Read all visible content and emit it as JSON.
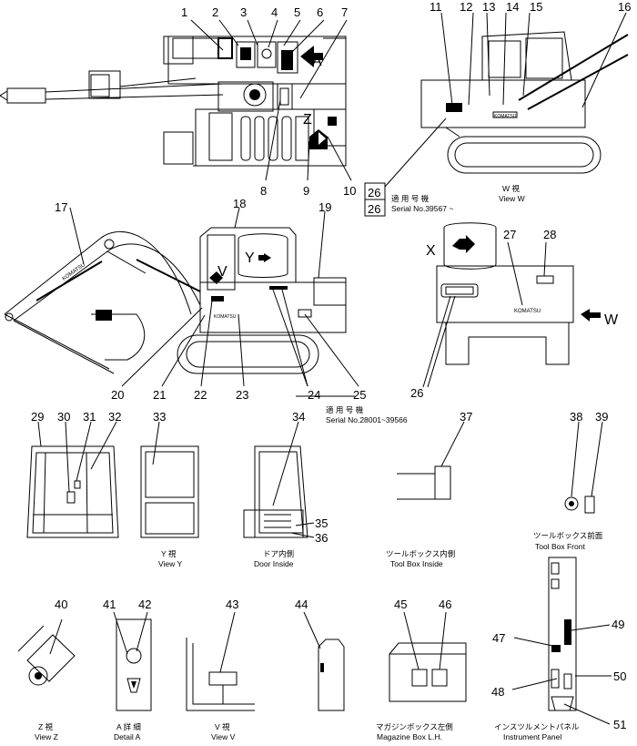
{
  "callouts": {
    "n1": "1",
    "n2": "2",
    "n3": "3",
    "n4": "4",
    "n5": "5",
    "n6": "6",
    "n7": "7",
    "n8": "8",
    "n9": "9",
    "n10": "10",
    "n11": "11",
    "n12": "12",
    "n13": "13",
    "n14": "14",
    "n15": "15",
    "n16": "16",
    "n17": "17",
    "n18": "18",
    "n19": "19",
    "n20": "20",
    "n21": "21",
    "n22": "22",
    "n23": "23",
    "n24": "24",
    "n25": "25",
    "n26": "26",
    "n27": "27",
    "n28": "28",
    "n29": "29",
    "n30": "30",
    "n31": "31",
    "n32": "32",
    "n33": "33",
    "n34": "34",
    "n35": "35",
    "n36": "36",
    "n37": "37",
    "n38": "38",
    "n39": "39",
    "n40": "40",
    "n41": "41",
    "n42": "42",
    "n43": "43",
    "n44": "44",
    "n45": "45",
    "n46": "46",
    "n47": "47",
    "n48": "48",
    "n49": "49",
    "n50": "50",
    "n51": "51"
  },
  "view_markers": {
    "a": "A",
    "z": "Z",
    "y": "Y",
    "v": "V",
    "x": "X",
    "w": "W"
  },
  "serial_box": {
    "top": "26",
    "bottom": "26"
  },
  "serial_1": {
    "jp": "適 用 号 機",
    "en": "Serial No.39567 ~"
  },
  "serial_2": {
    "jp": "適 用 号 機",
    "en": "Serial No.28001~39566"
  },
  "captions": {
    "view_w_jp": "W 視",
    "view_w_en": "View W",
    "view_y_jp": "Y 視",
    "view_y_en": "View Y",
    "door_inside_jp": "ドア内側",
    "door_inside_en": "Door Inside",
    "toolbox_inside_jp": "ツールボックス内側",
    "toolbox_inside_en": "Tool Box Inside",
    "toolbox_front_jp": "ツールボックス前面",
    "toolbox_front_en": "Tool Box Front",
    "view_z_jp": "Z 視",
    "view_z_en": "View Z",
    "detail_a_jp": "A 詳 細",
    "detail_a_en": "Detail A",
    "view_v_jp": "V 視",
    "view_v_en": "View V",
    "magazine_jp": "マガジンボックス左側",
    "magazine_en": "Magazine Box L.H.",
    "panel_jp": "インスツルメントパネル",
    "panel_en": "Instrument Panel"
  },
  "brand_marks": [
    "KOMATSU"
  ]
}
